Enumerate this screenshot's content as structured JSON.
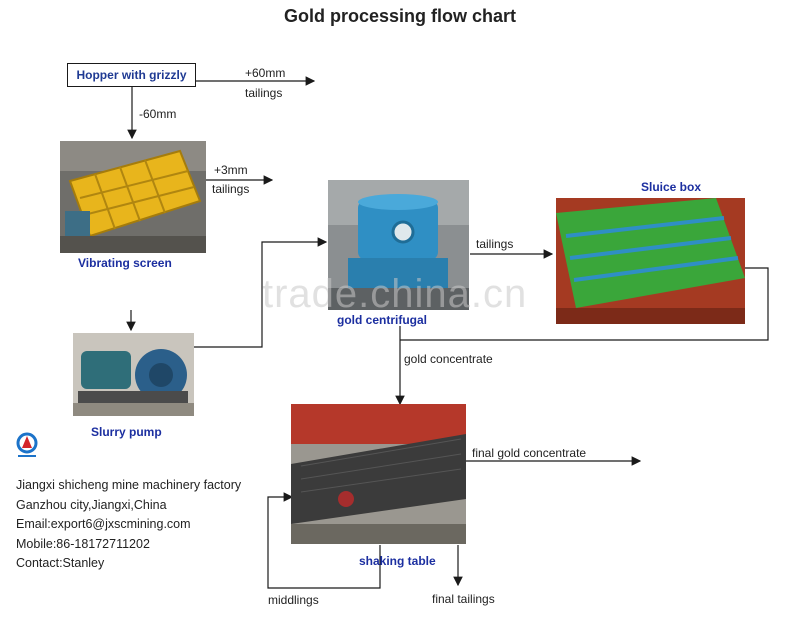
{
  "title": "Gold processing flow chart",
  "nodes": {
    "hopper": "Hopper with grizzly",
    "vibrating_screen": "Vibrating screen",
    "gold_centrifugal": "gold centrifugal",
    "sluice_box": "Sluice box",
    "slurry_pump": "Slurry pump",
    "shaking_table": "shaking table"
  },
  "flow_labels": {
    "hopper_oversize_size": "+60mm",
    "hopper_oversize_tailings": "tailings",
    "hopper_undersize": "-60mm",
    "screen_oversize_size": "+3mm",
    "screen_oversize_tailings": "tailings",
    "centrifugal_tailings": "tailings",
    "gold_concentrate": "gold concentrate",
    "final_gold_concentrate": "final gold concentrate",
    "middlings": "middlings",
    "final_tailings": "final tailings"
  },
  "contact": {
    "company": "Jiangxi shicheng mine machinery factory",
    "address": "Ganzhou city,Jiangxi,China",
    "email": "Email:export6@jxscmining.com",
    "mobile": "Mobile:86-18172711202",
    "person": "Contact:Stanley"
  },
  "watermark": "trade.china.cn",
  "colors": {
    "caption": "#1c2fa0",
    "arrow": "#1a1a1a",
    "machine_yellow": "#e8b51c",
    "machine_blue": "#2f8fc4",
    "sluice_green": "#3aa63a",
    "table_gray": "#3b3b3b"
  },
  "icons": {
    "logo": "company-logo-icon"
  }
}
